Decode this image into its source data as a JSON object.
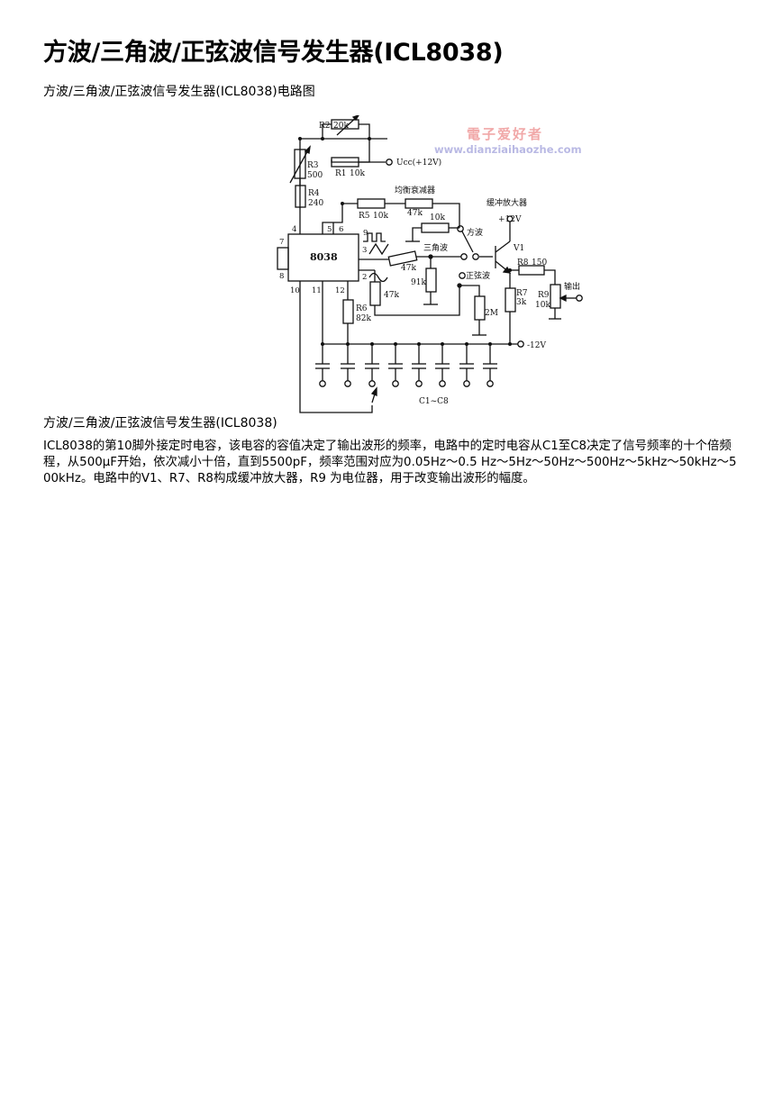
{
  "document": {
    "title": "方波/三角波/正弦波信号发生器(ICL8038)",
    "subtitle": "方波/三角波/正弦波信号发生器(ICL8038)电路图",
    "caption": "方波/三角波/正弦波信号发生器(ICL8038)",
    "paragraph": "ICL8038的第10脚外接定时电容，该电容的容值决定了输出波形的频率，电路中的定时电容从C1至C8决定了信号频率的十个倍频程，从500μF开始，依次减小十倍，直到5500pF，频率范围对应为0.05Hz～0.5 Hz～5Hz～50Hz～500Hz～5kHz～50kHz～500kHz。电路中的V1、R7、R8构成缓冲放大器，R9 为电位器，用于改变输出波形的幅度。"
  },
  "watermark": {
    "brand": "電子爱好者",
    "url": "www.dianziaihaozhe.com"
  },
  "schematic": {
    "chip": "8038",
    "r2": "R2",
    "r2_val": "20k",
    "r3": "R3",
    "r3_val": "500",
    "r1": "R1",
    "r1_val": "10k",
    "vcc": "Ucc(+12V)",
    "r4": "R4",
    "r4_val": "240",
    "balance": "均衡衰减器",
    "r5": "R5",
    "r5_val": "10k",
    "r_47k_top": "47k",
    "r_10k": "10k",
    "buffer": "缓冲放大器",
    "plus12": "+12V",
    "square": "方波",
    "triangle": "三角波",
    "v1": "V1",
    "r8": "R8",
    "r8_val": "150",
    "output": "输出",
    "sine": "正弦波",
    "r_47k_mid": "47k",
    "r_91k": "91k",
    "r_47k_low": "47k",
    "r_2m": "2M",
    "r7": "R7",
    "r7_val": "3k",
    "r9": "R9",
    "r9_val": "10k",
    "r6": "R6",
    "r6_val": "82k",
    "minus12": "-12V",
    "caps": "C1~C8",
    "pins": {
      "p4": "4",
      "p5": "5",
      "p6": "6",
      "p7": "7",
      "p8": "8",
      "p9": "9",
      "p3": "3",
      "p2": "2",
      "p10": "10",
      "p11": "11",
      "p12": "12"
    }
  }
}
